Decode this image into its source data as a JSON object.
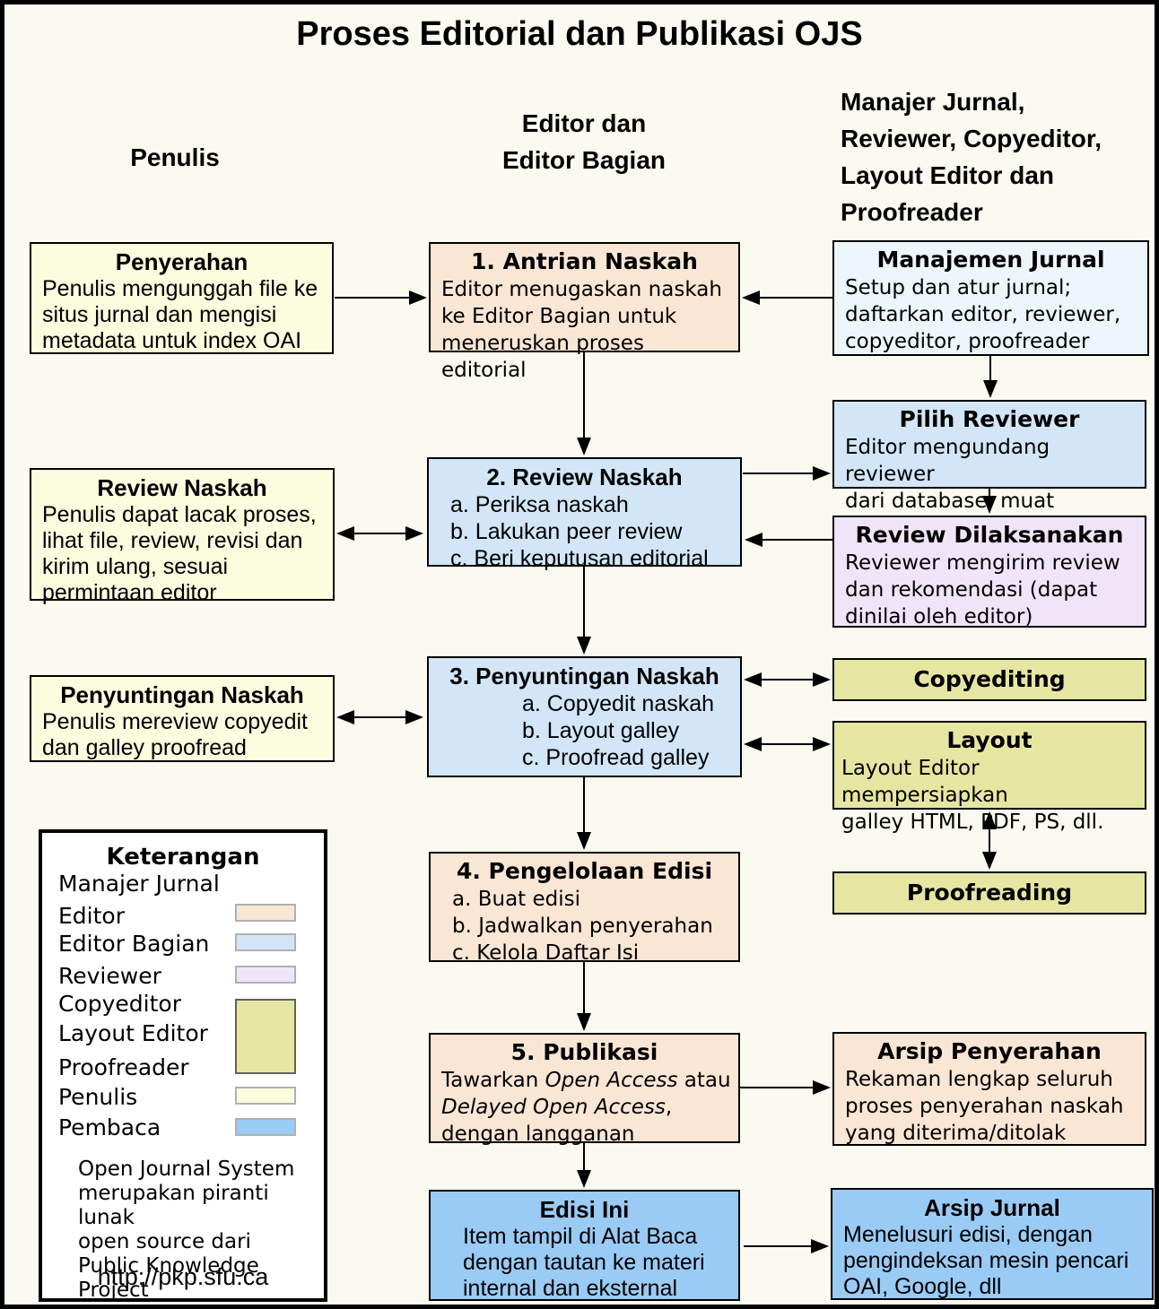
{
  "title": "Proses Editorial dan Publikasi OJS",
  "column_headers": {
    "penulis": "Penulis",
    "editor": "Editor dan\nEditor Bagian",
    "manajer": "Manajer Jurnal,\nReviewer, Copyeditor,\nLayout Editor dan\nProofreader"
  },
  "colors": {
    "background": "#FAFAF0",
    "editor_fill": "#FAE6D4",
    "editor_bagian_fill": "#D2E6F7",
    "manajer_jurnal_fill": "#EDF6FB",
    "reviewer_fill": "#F0E5F8",
    "copyeditor_layout_proofreader_fill": "#E6E6A2",
    "penulis_fill": "#FCFCDF",
    "pembaca_fill": "#99CBF5"
  },
  "boxes": {
    "penyerahan": {
      "title": "Penyerahan",
      "body": "Penulis mengunggah file ke\nsitus jurnal dan mengisi\nmetadata untuk index OAI"
    },
    "antrian": {
      "title": "1. Antrian Naskah",
      "body": "Editor menugaskan naskah\nke Editor Bagian untuk\nmeneruskan proses editorial"
    },
    "manajemen": {
      "title": "Manajemen Jurnal",
      "body": "Setup dan atur jurnal;\ndaftarkan editor, reviewer,\ncopyeditor, proofreader"
    },
    "pilih_reviewer": {
      "title": "Pilih Reviewer",
      "body": "Editor mengundang reviewer\ndari database, muat"
    },
    "review_dilaksanakan": {
      "title": "Review Dilaksanakan",
      "body": "Reviewer mengirim review\ndan rekomendasi (dapat\ndinilai oleh editor)"
    },
    "review_naskah_penulis": {
      "title": "Review Naskah",
      "body": "Penulis dapat lacak proses,\nlihat file, review, revisi dan\nkirim ulang, sesuai\npermintaan editor"
    },
    "review_naskah": {
      "title": "2. Review Naskah",
      "lines": [
        "a. Periksa naskah",
        "b. Lakukan peer review",
        "c. Beri keputusan editorial"
      ]
    },
    "penyuntingan_penulis": {
      "title": "Penyuntingan Naskah",
      "body": "Penulis mereview copyedit\ndan galley proofread"
    },
    "penyuntingan": {
      "title": "3. Penyuntingan Naskah",
      "lines": [
        "a. Copyedit naskah",
        "b. Layout galley",
        "c. Proofread galley"
      ]
    },
    "copyediting": {
      "title": "Copyediting"
    },
    "layout": {
      "title": "Layout",
      "body": "Layout Editor mempersiapkan\ngalley HTML, PDF, PS, dll."
    },
    "proofreading": {
      "title": "Proofreading"
    },
    "pengelolaan": {
      "title": "4. Pengelolaan Edisi",
      "lines": [
        "a. Buat edisi",
        "b. Jadwalkan penyerahan",
        "c. Kelola Daftar Isi"
      ]
    },
    "publikasi": {
      "title": "5. Publikasi",
      "body_parts": [
        "Tawarkan ",
        "Open Access",
        " atau\n",
        "Delayed Open Access",
        ",\ndengan langganan"
      ]
    },
    "arsip_penyerahan": {
      "title": "Arsip Penyerahan",
      "body": "Rekaman lengkap seluruh\nproses penyerahan naskah\nyang diterima/ditolak"
    },
    "edisi_ini": {
      "title": "Edisi Ini",
      "body": "Item tampil di Alat Baca\ndengan tautan ke materi\ninternal dan eksternal"
    },
    "arsip_jurnal": {
      "title": "Arsip Jurnal",
      "body": "Menelusuri edisi, dengan\npengindeksan mesin pencari\nOAI, Google, dll"
    }
  },
  "legend": {
    "title": "Keterangan",
    "items": [
      {
        "label": "Manajer Jurnal"
      },
      {
        "label": "Editor"
      },
      {
        "label": "Editor Bagian"
      },
      {
        "label": "Reviewer"
      },
      {
        "label": "Copyeditor"
      },
      {
        "label": "Layout Editor"
      },
      {
        "label": "Proofreader"
      },
      {
        "label": "Penulis"
      },
      {
        "label": "Pembaca"
      }
    ],
    "note": "Open Journal System\nmerupakan piranti lunak\nopen source dari\nPublic Knowledge Project",
    "url": "http://pkp.sfu.ca"
  }
}
